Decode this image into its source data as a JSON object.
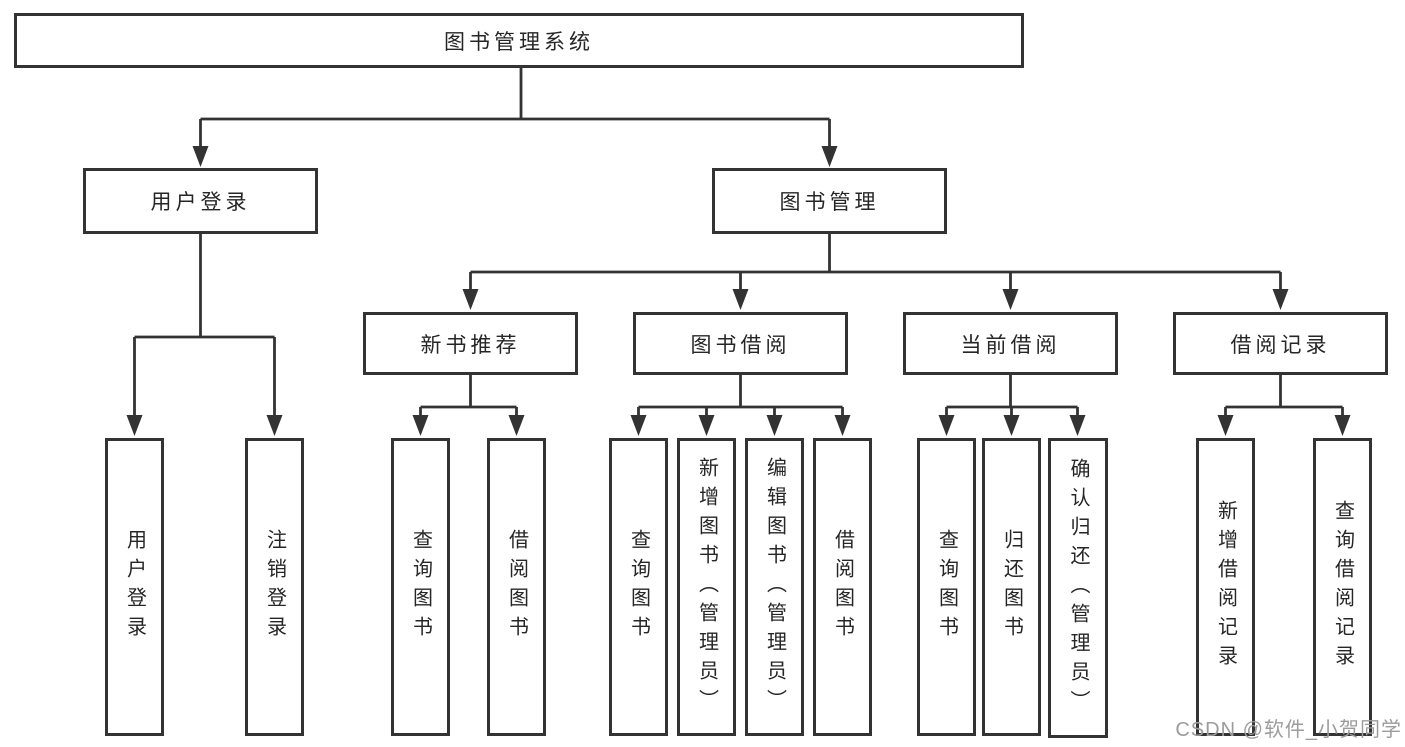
{
  "tree": {
    "root": {
      "label": "图书管理系统"
    },
    "branches": [
      {
        "label": "用户登录",
        "children": [
          {
            "label": "用户登录"
          },
          {
            "label": "注销登录"
          }
        ]
      },
      {
        "label": "图书管理",
        "children": [
          {
            "label": "新书推荐",
            "children": [
              {
                "label": "查询图书"
              },
              {
                "label": "借阅图书"
              }
            ]
          },
          {
            "label": "图书借阅",
            "children": [
              {
                "label": "查询图书"
              },
              {
                "label": "新增图书（管理员）"
              },
              {
                "label": "编辑图书（管理员）"
              },
              {
                "label": "借阅图书"
              }
            ]
          },
          {
            "label": "当前借阅",
            "children": [
              {
                "label": "查询图书"
              },
              {
                "label": "归还图书"
              },
              {
                "label": "确认归还（管理员）"
              }
            ]
          },
          {
            "label": "借阅记录",
            "children": [
              {
                "label": "新增借阅记录"
              },
              {
                "label": "查询借阅记录"
              }
            ]
          }
        ]
      }
    ]
  },
  "watermark": {
    "text": "CSDN @软件_小贺同学"
  },
  "colors": {
    "line": "#333333",
    "text": "#262626",
    "watermark": "#9c9c9c",
    "background": "#ffffff"
  }
}
